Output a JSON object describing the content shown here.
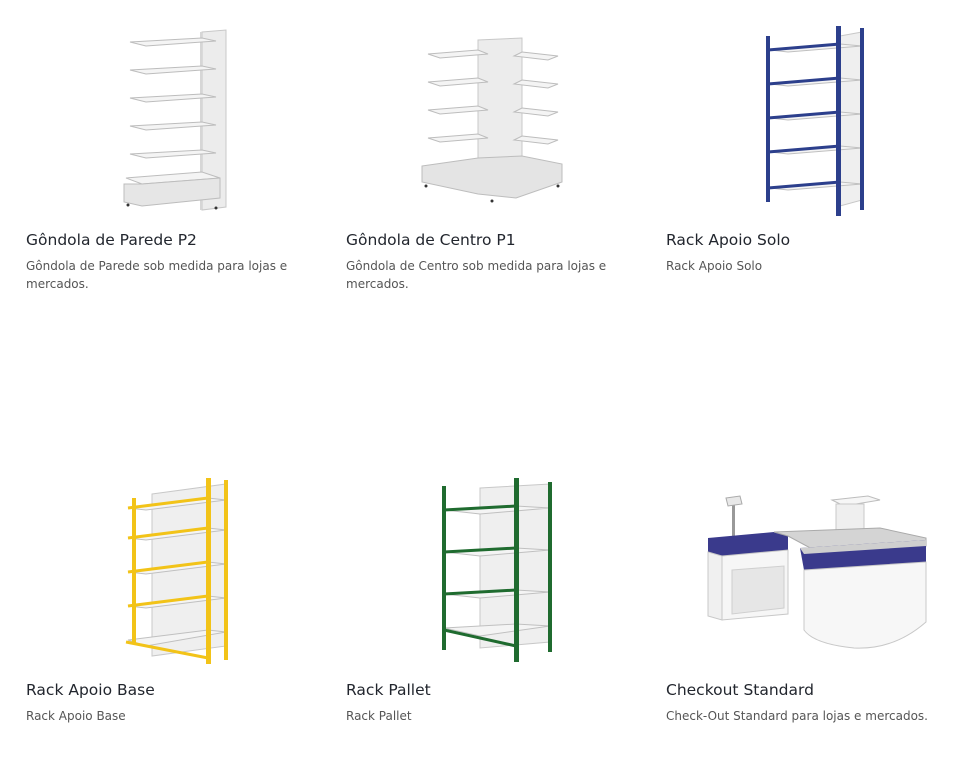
{
  "products": [
    {
      "image_icon": "wall-gondola-illustration",
      "title": "Gôndola de Parede P2",
      "description": "Gôndola de Parede sob medida para lojas e mercados."
    },
    {
      "image_icon": "center-gondola-illustration",
      "title": "Gôndola de Centro P1",
      "description": "Gôndola de Centro sob medida para lojas e mercados."
    },
    {
      "image_icon": "blue-floor-rack-illustration",
      "title": "Rack Apoio Solo",
      "description": "Rack Apoio Solo",
      "accent": "#2c3f8c"
    },
    {
      "image_icon": "yellow-base-rack-illustration",
      "title": "Rack Apoio Base",
      "description": "Rack Apoio Base",
      "accent": "#f2c318"
    },
    {
      "image_icon": "green-pallet-rack-illustration",
      "title": "Rack Pallet",
      "description": "Rack Pallet",
      "accent": "#1f6b2f"
    },
    {
      "image_icon": "checkout-counter-illustration",
      "title": "Checkout Standard",
      "description": "Check-Out Standard para lojas e mercados.",
      "accent": "#3a3a8c"
    }
  ]
}
